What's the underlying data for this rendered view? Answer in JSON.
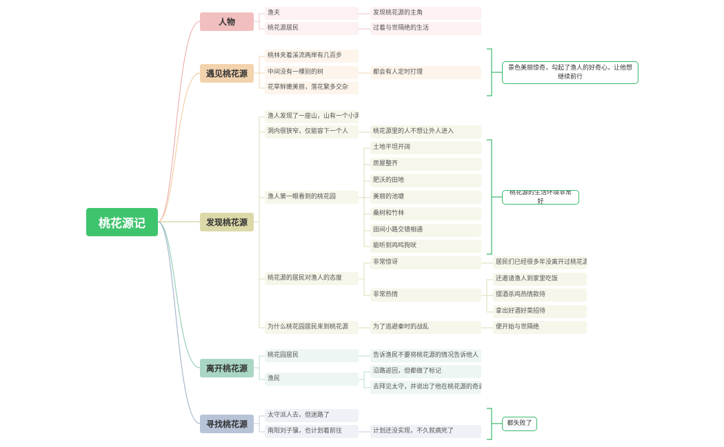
{
  "root": {
    "title": "桃花源记"
  },
  "sections": {
    "characters": {
      "title": "人物"
    },
    "encounter": {
      "title": "遇见桃花源"
    },
    "discover": {
      "title": "发现桃花源"
    },
    "leave": {
      "title": "离开桃花源"
    },
    "search": {
      "title": "寻找桃花源"
    }
  },
  "nodes": {
    "c1": "渔夫",
    "c1a": "发现桃花源的主角",
    "c2": "桃花源居民",
    "c2a": "过着与世隔绝的生活",
    "e1": "桃林夹着溪流两岸有几百步",
    "e2": "中间没有一棵别的树",
    "e2a": "都会有人定时打理",
    "e3": "花草鲜嫩美丽，落花繁多交杂",
    "e_sum": "景色美丽惊奇，勾起了渔人的好奇心，让他想继续前行",
    "d1": "渔人发现了一座山，山有一个小洞",
    "d2": "洞内很狭窄，仅能容下一个人",
    "d2a": "桃花源里的人不想让外人进入",
    "d3": "渔人第一眼看到的桃花园",
    "d3a": "土地平坦开阔",
    "d3b": "房屋整齐",
    "d3c": "肥沃的田地",
    "d3d": "美丽的池塘",
    "d3e": "桑树和竹林",
    "d3f": "田间小路交错相通",
    "d3g": "能听到鸡鸣狗吠",
    "d3_sum": "桃花源的生活环境非常好",
    "d4": "桃花源的居民对渔人的态度",
    "d4a": "非常惊讶",
    "d4a1": "居民们已经很多年没离开过桃花源",
    "d4b": "非常热情",
    "d4b1": "还邀请渔人到家里吃饭",
    "d4b2": "摆酒杀鸡热情款待",
    "d4b3": "拿出好酒好菜招待",
    "d5": "为什么桃花园居民来到桃花源",
    "d5a": "为了逃避秦时的战乱",
    "d5b": "便开始与世隔绝",
    "l1": "桃花园居民",
    "l1a": "告诉渔民不要将桃花源的情况告诉他人",
    "l2": "渔民",
    "l2a": "沿路返回，但都做了标记",
    "l2b": "去拜见太守，并说出了他在桃花源的奇遇",
    "s1": "太守派人去，但迷路了",
    "s2": "南阳刘子骥，也计划着前往",
    "s2a": "计划还没实现，不久就病死了",
    "s_sum": "都失败了"
  },
  "colors": {
    "root": "#3fc46e",
    "characters": "#f2bfc0",
    "encounter": "#f3d3ad",
    "discover": "#dcd9a9",
    "leave": "#a9d7c4",
    "search": "#b7c3d7",
    "summary_border": "#39b76b"
  }
}
